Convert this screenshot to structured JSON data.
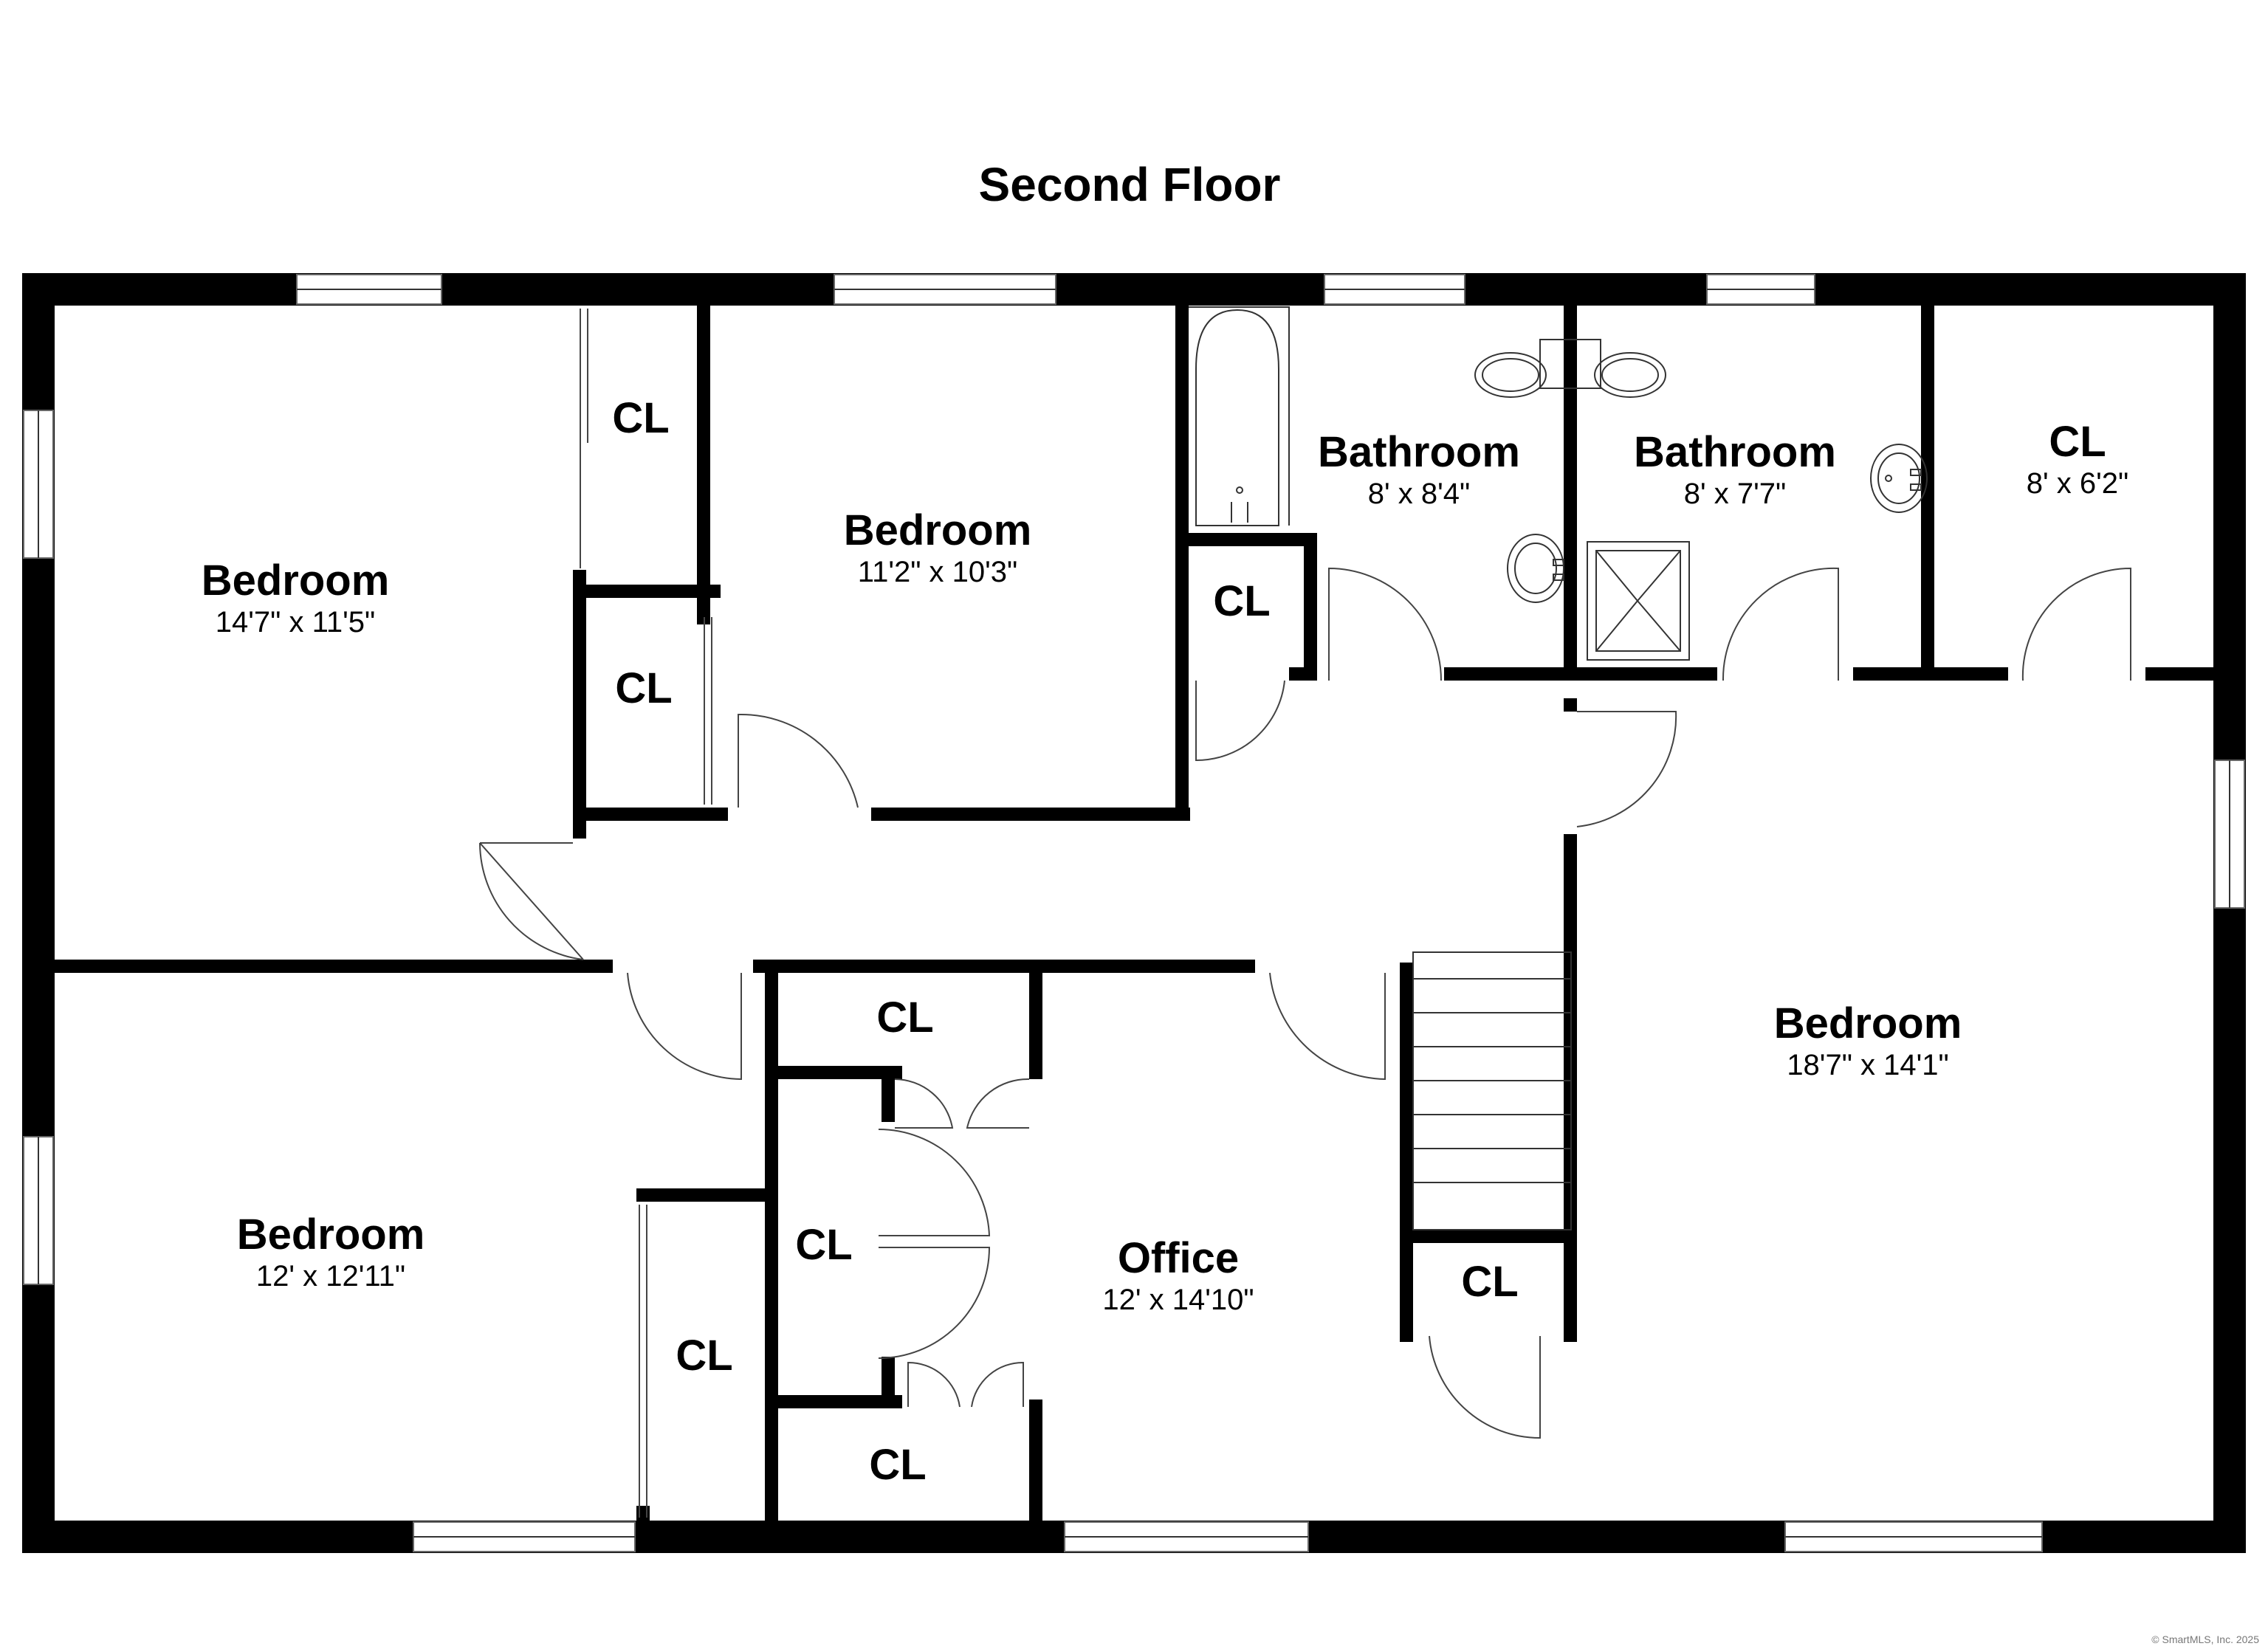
{
  "floor_title": "Second Floor",
  "watermark": "© SmartMLS, Inc. 2025",
  "rooms": {
    "bedroom_nw": {
      "name": "Bedroom",
      "dims": "14'7\" x 11'5\""
    },
    "bedroom_n": {
      "name": "Bedroom",
      "dims": "11'2\" x 10'3\""
    },
    "bathroom_1": {
      "name": "Bathroom",
      "dims": "8' x 8'4\""
    },
    "bathroom_2": {
      "name": "Bathroom",
      "dims": "8' x 7'7\""
    },
    "closet_ne": {
      "name": "CL",
      "dims": "8' x 6'2\""
    },
    "bedroom_e": {
      "name": "Bedroom",
      "dims": "18'7\" x 14'1\""
    },
    "bedroom_sw": {
      "name": "Bedroom",
      "dims": "12' x 12'11\""
    },
    "office": {
      "name": "Office",
      "dims": "12' x 14'10\""
    }
  },
  "closet_label": "CL",
  "colors": {
    "wall": "#000000",
    "background": "#ffffff"
  }
}
